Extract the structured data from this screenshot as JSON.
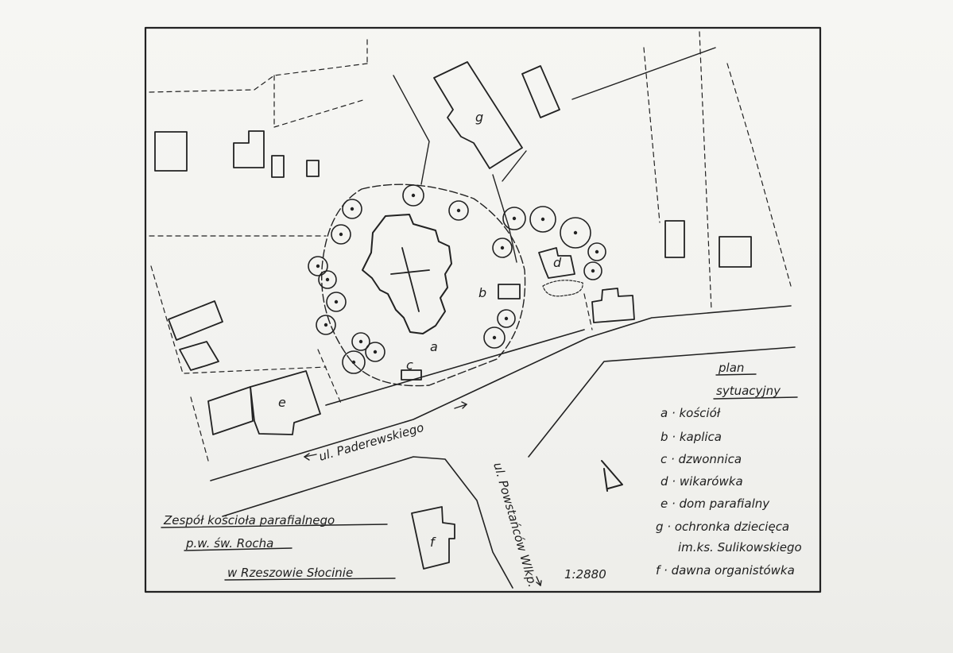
{
  "document": {
    "title_line1": "Zespół kościoła parafialnego",
    "title_line2": "p.w. św. Rocha",
    "title_line3": "w  Rzeszowie Słocinie",
    "scale": "1:2880"
  },
  "legend": {
    "heading_line1": "plan",
    "heading_line2": "sytuacyjny",
    "items": [
      {
        "text": "a · kościół"
      },
      {
        "text": "b · kaplica"
      },
      {
        "text": "c · dzwonnica"
      },
      {
        "text": "d · wikarówka"
      },
      {
        "text": "e · dom parafialny"
      },
      {
        "text": "g · ochronka dziecięca"
      },
      {
        "text": "im.ks. Sulikowskiego"
      },
      {
        "text": "f · dawna organistówka"
      }
    ]
  },
  "streets": {
    "paderewskiego": "ul. Paderewskiego",
    "powstancow": "ul. Powstańców Wlkp."
  },
  "buildings": {
    "a": "a",
    "b": "b",
    "c": "c",
    "d": "d",
    "e": "e",
    "f": "f",
    "g": "g"
  },
  "colors": {
    "paper": "#f3f3f0",
    "ink": "#1e1e1e"
  }
}
